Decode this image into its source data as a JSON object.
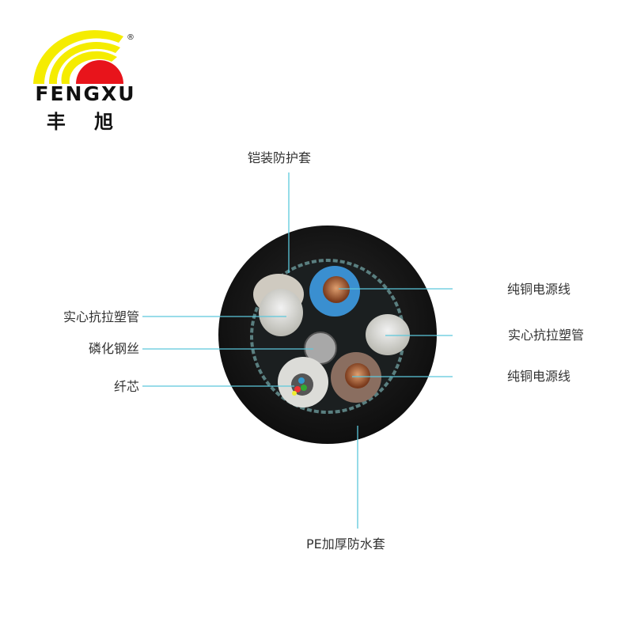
{
  "logo": {
    "brand_en": "FENGXU",
    "brand_cn": "丰 旭",
    "registered": "®",
    "colors": {
      "rays": "#f5ec00",
      "sun": "#e8141b"
    }
  },
  "labels": {
    "armor_sheath": "铠装防护套",
    "copper_power_top": "纯铜电源线",
    "solid_tensile_left": "实心抗拉塑管",
    "solid_tensile_right": "实心抗拉塑管",
    "phosphated_steel": "磷化钢丝",
    "fiber_core": "纤芯",
    "copper_power_bottom": "纯铜电源线",
    "pe_sheath": "PE加厚防水套"
  },
  "colors": {
    "leader": "#5cc8dc",
    "jacket": "#151515",
    "blue_insulation": "#3a8fd0",
    "brown_insulation": "#8a6e60",
    "copper": "#c06a3a"
  }
}
